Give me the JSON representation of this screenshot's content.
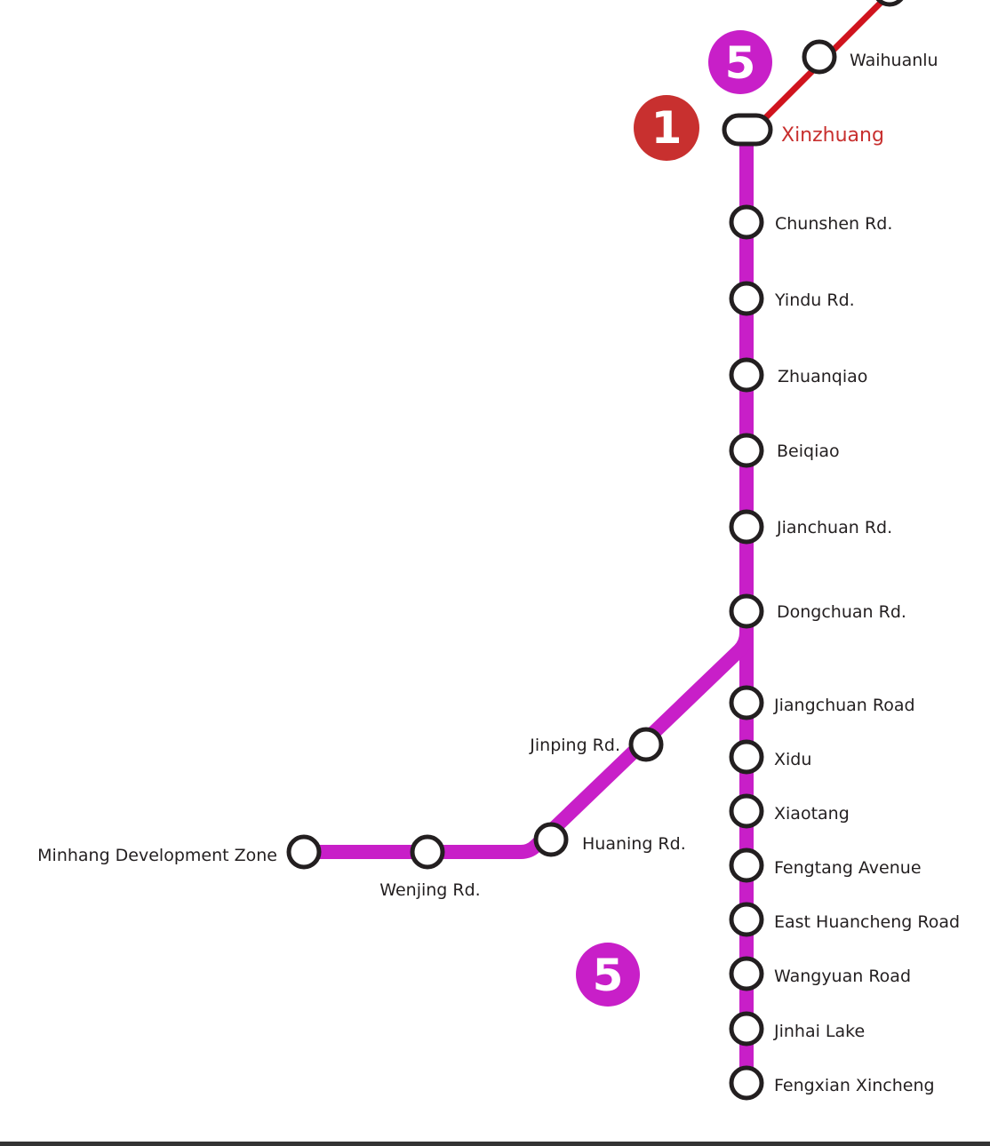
{
  "map": {
    "colors": {
      "line5": "#c81fc8",
      "line1": "#d0141e",
      "badge1": "#c8302f",
      "station_stroke": "#231f20",
      "station_fill": "#ffffff",
      "interchange_label": "#c8302f",
      "label": "#231f20",
      "bottom_border": "#333333"
    },
    "badges": [
      {
        "line": "5",
        "number": "5",
        "color": "#c81fc8"
      },
      {
        "line": "1",
        "number": "1",
        "color": "#c8302f"
      },
      {
        "line": "5",
        "number": "5",
        "color": "#c81fc8"
      }
    ],
    "stations": [
      {
        "name": "Waihuanlu",
        "line": "1"
      },
      {
        "name": "Xinzhuang",
        "line": "1/5",
        "interchange": true
      },
      {
        "name": "Chunshen Rd.",
        "line": "5"
      },
      {
        "name": "Yindu Rd.",
        "line": "5"
      },
      {
        "name": "Zhuanqiao",
        "line": "5"
      },
      {
        "name": "Beiqiao",
        "line": "5"
      },
      {
        "name": "Jianchuan Rd.",
        "line": "5"
      },
      {
        "name": "Dongchuan Rd.",
        "line": "5"
      },
      {
        "name": "Jinping Rd.",
        "line": "5",
        "branch": "Minhang"
      },
      {
        "name": "Huaning Rd.",
        "line": "5",
        "branch": "Minhang"
      },
      {
        "name": "Wenjing Rd.",
        "line": "5",
        "branch": "Minhang"
      },
      {
        "name": "Minhang Development Zone",
        "line": "5",
        "branch": "Minhang"
      },
      {
        "name": "Jiangchuan Road",
        "line": "5",
        "branch": "Fengxian"
      },
      {
        "name": "Xidu",
        "line": "5",
        "branch": "Fengxian"
      },
      {
        "name": "Xiaotang",
        "line": "5",
        "branch": "Fengxian"
      },
      {
        "name": "Fengtang Avenue",
        "line": "5",
        "branch": "Fengxian"
      },
      {
        "name": "East Huancheng Road",
        "line": "5",
        "branch": "Fengxian"
      },
      {
        "name": "Wangyuan Road",
        "line": "5",
        "branch": "Fengxian"
      },
      {
        "name": "Jinhai Lake",
        "line": "5",
        "branch": "Fengxian"
      },
      {
        "name": "Fengxian Xincheng",
        "line": "5",
        "branch": "Fengxian"
      }
    ]
  }
}
